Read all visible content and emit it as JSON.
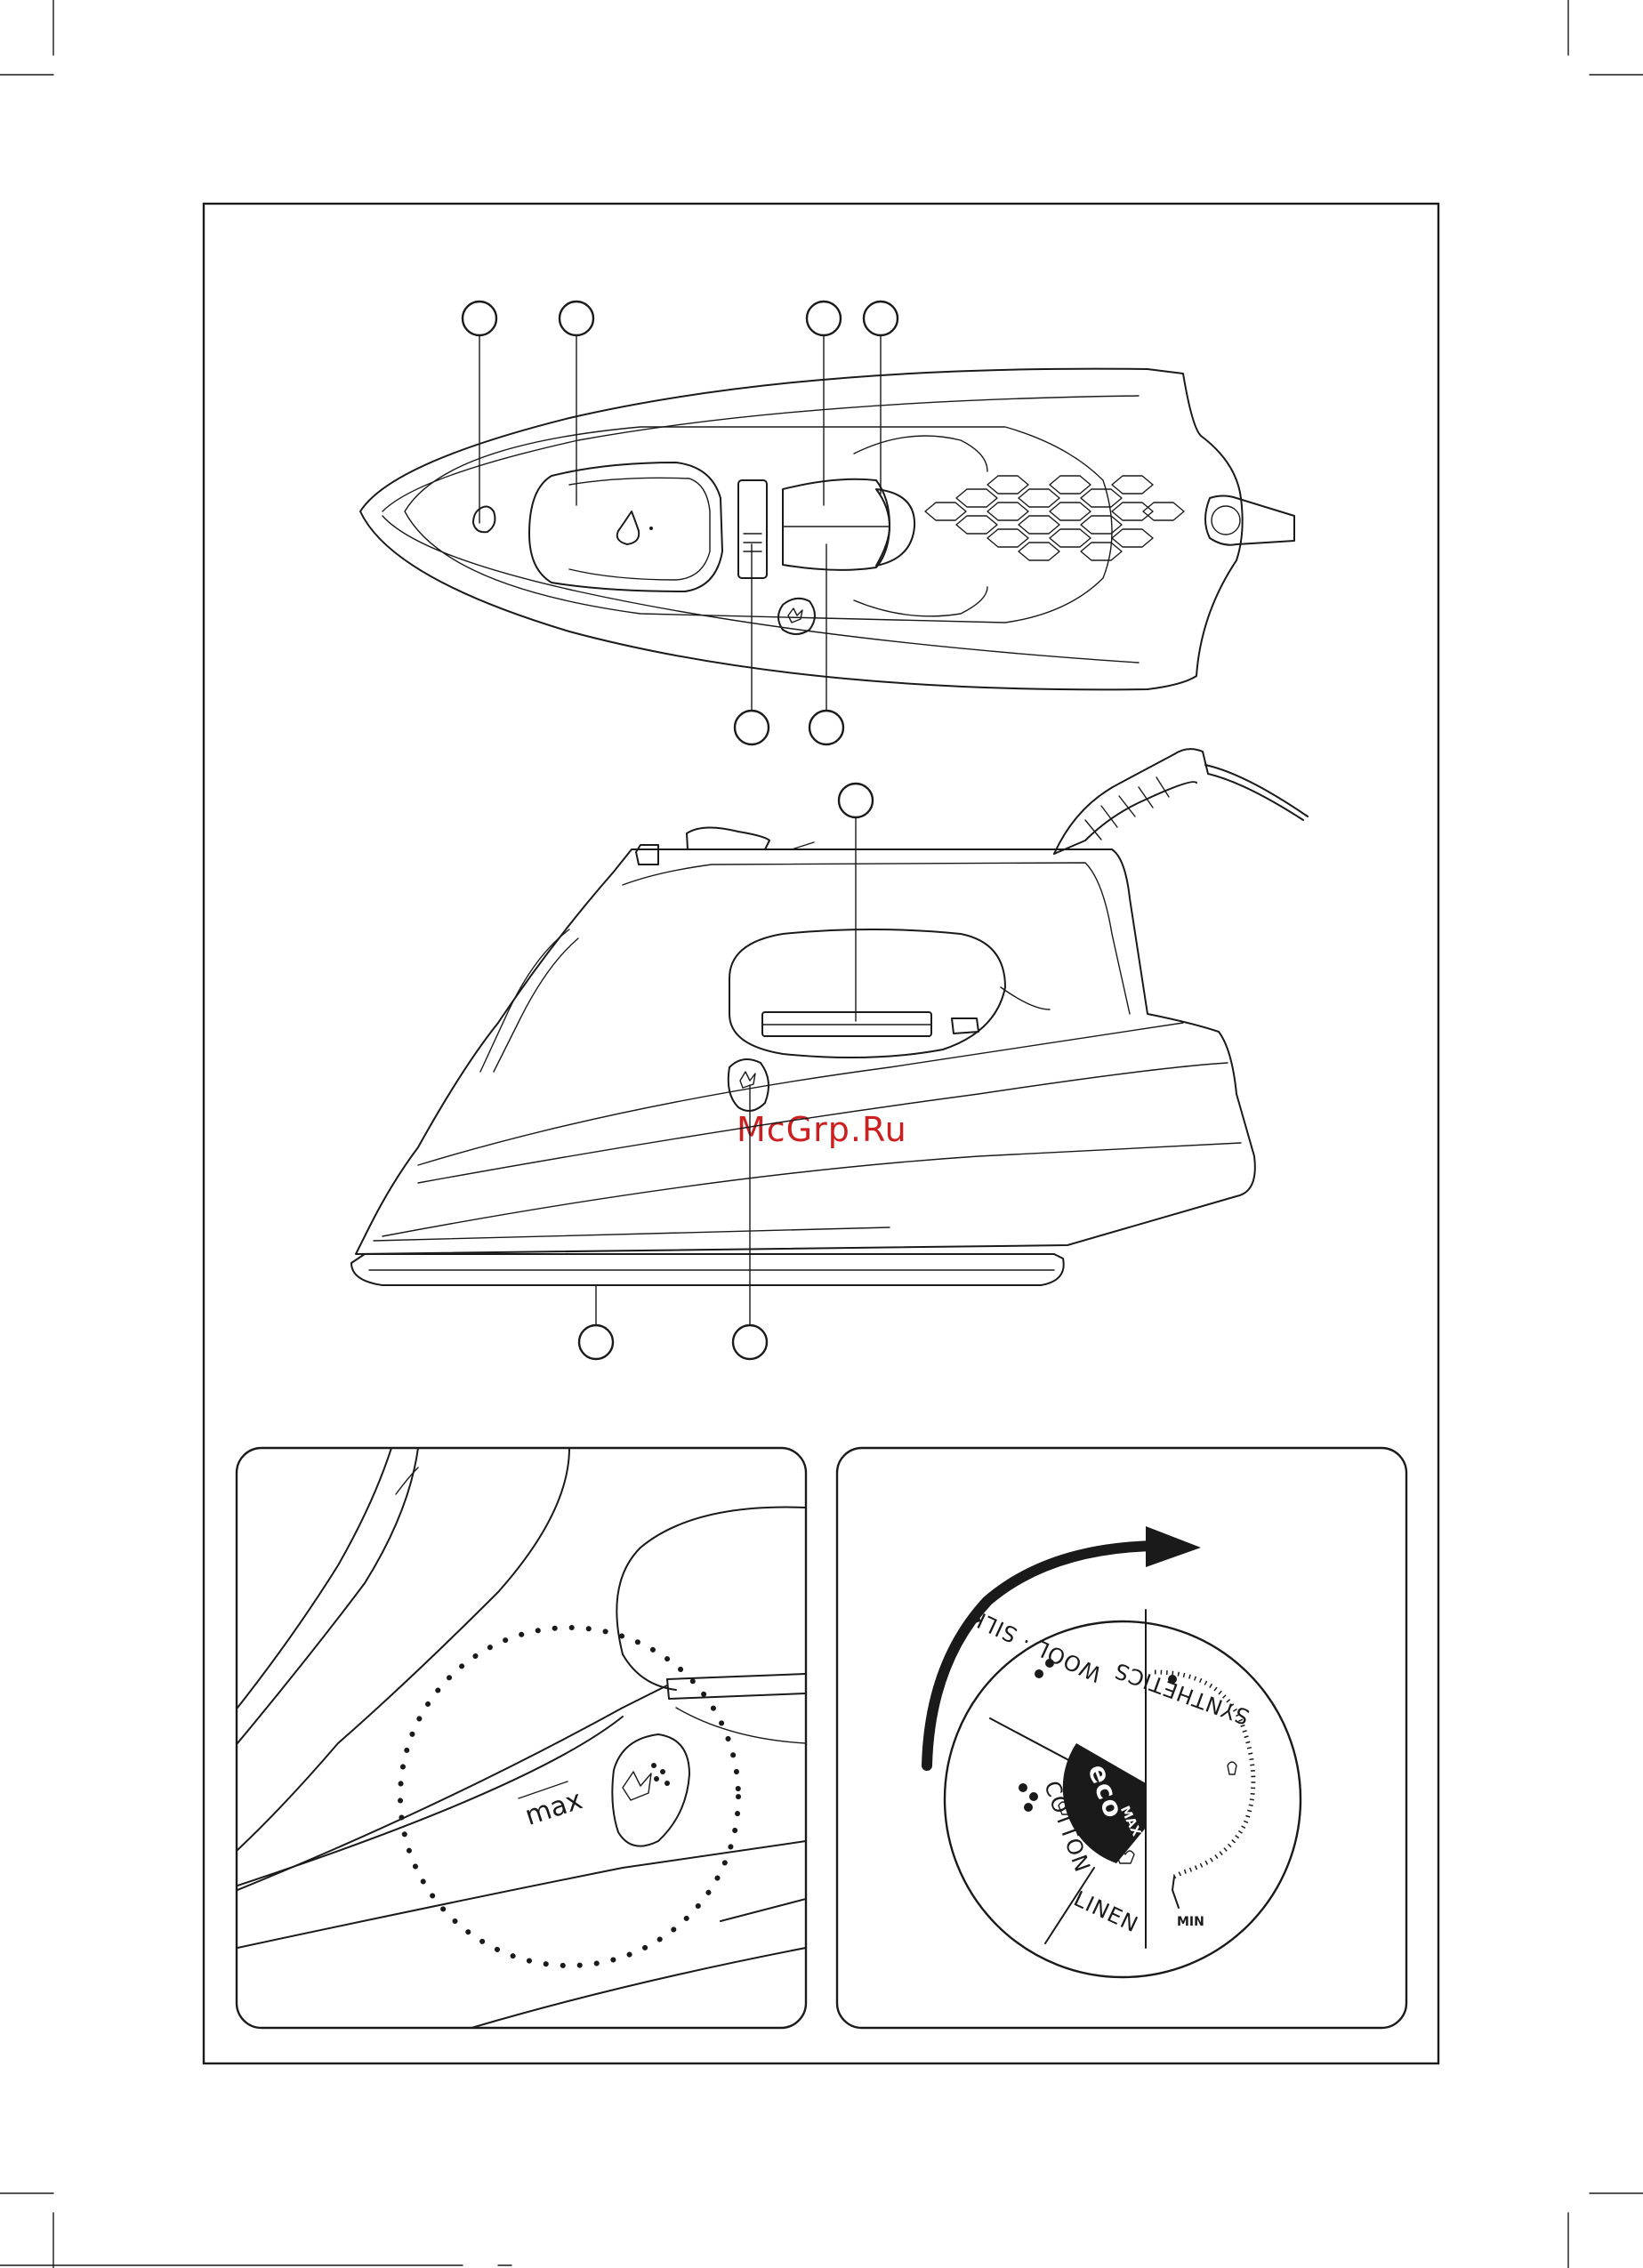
{
  "watermark": "McGrp.Ru",
  "detail_view": {
    "fill_mark_label": "max"
  },
  "temperature_dial": {
    "labels": {
      "wool_silk": "WOOL · SILK",
      "synthetics": "SYNTHETICS",
      "cotton": "COTTON",
      "linen": "LINEN",
      "eco": "eco",
      "max": "MAX",
      "min": "MIN"
    }
  },
  "icons": {
    "water-drop": "water-drop-icon",
    "anti-calc": "anti-calc-icon",
    "steam": "steam-icon",
    "rotation-arrow": "arrow-icon"
  }
}
